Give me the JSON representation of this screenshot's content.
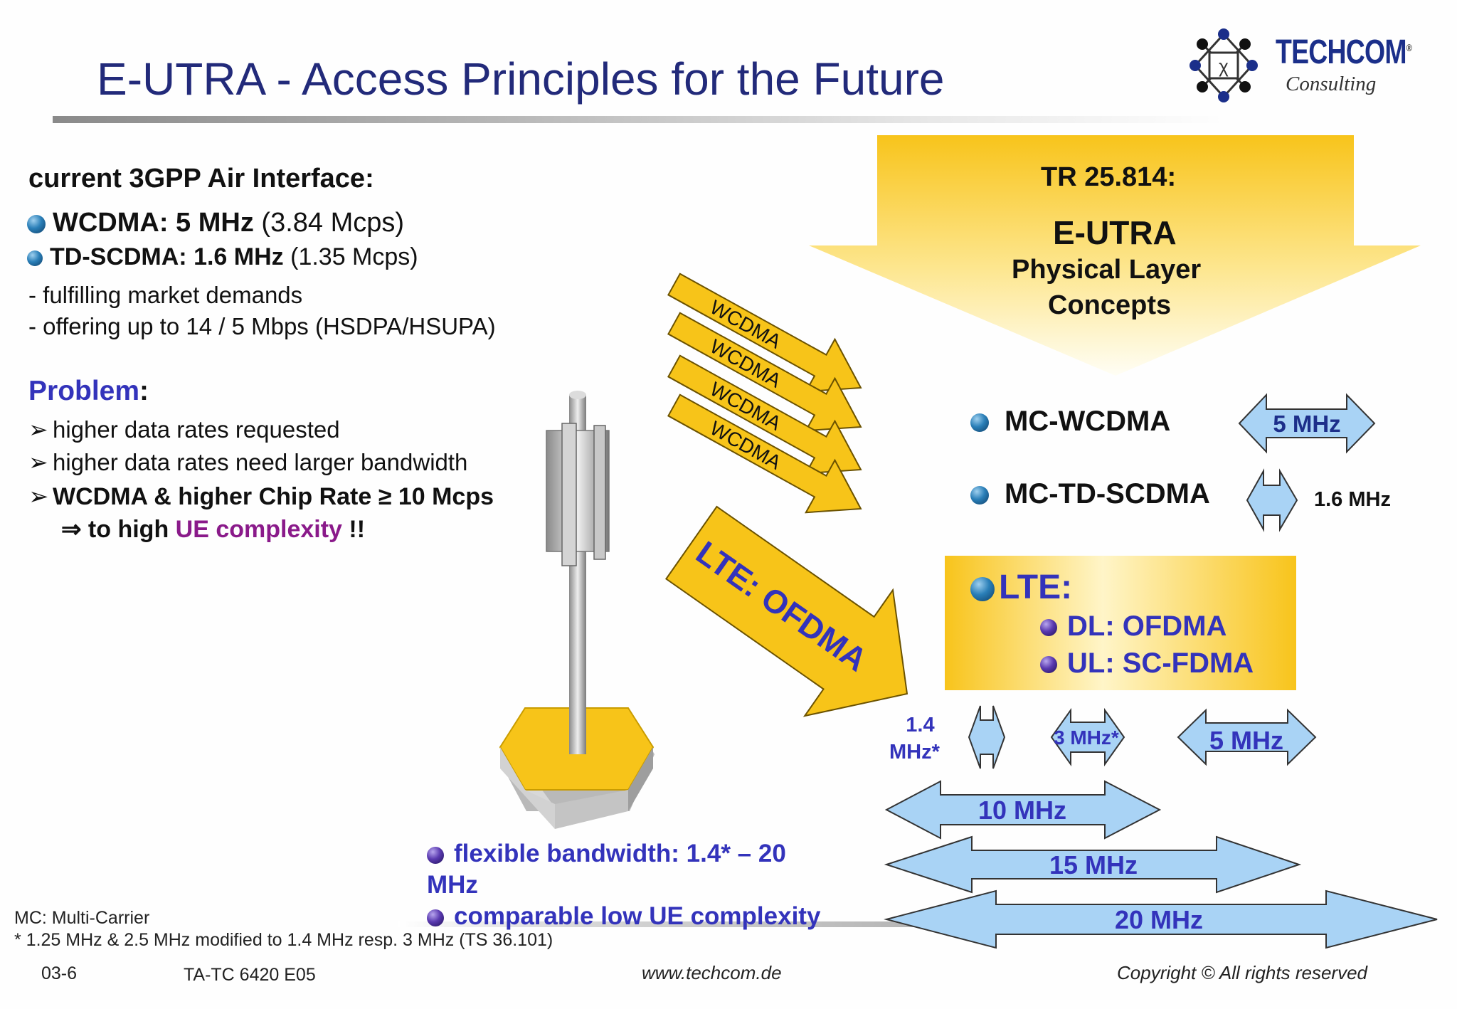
{
  "title": "E-UTRA - Access Principles for the Future",
  "logo": {
    "name": "TECHCOM",
    "sub": "Consulting",
    "reg": "®"
  },
  "left": {
    "heading": "current 3GPP Air Interface:",
    "items": [
      {
        "bold": "WCDMA: 5 MHz",
        "normal": " (3.84 Mcps)"
      },
      {
        "bold": "TD-SCDMA: 1.6 MHz",
        "normal": " (1.35 Mcps)"
      }
    ],
    "notes": [
      "- fulfilling market demands",
      "- offering up to 14 / 5 Mbps (HSDPA/HSUPA)"
    ],
    "problem_label": "Problem",
    "problem_colon": ":",
    "problems": [
      "higher data rates requested",
      "higher data rates need larger bandwidth"
    ],
    "problem3": "WCDMA & higher Chip Rate ≥ 10 Mcps",
    "conclusion_pre": "⇒ to high ",
    "conclusion_hl": "UE complexity",
    "conclusion_post": " !!"
  },
  "big_arrow": {
    "line1": "TR 25.814:",
    "line2": "E-UTRA",
    "line3": "Physical Layer",
    "line4": "Concepts"
  },
  "wcdma_arrows": [
    "WCDMA",
    "WCDMA",
    "WCDMA",
    "WCDMA"
  ],
  "lte_arrow": "LTE: OFDMA",
  "mc": {
    "wcdma_label": "MC-WCDMA",
    "wcdma_bw": "5 MHz",
    "td_label": "MC-TD-SCDMA",
    "td_bw": "1.6 MHz"
  },
  "lte_box": {
    "title": "LTE:",
    "dl": "DL: OFDMA",
    "ul": "UL: SC-FDMA"
  },
  "bandwidths": {
    "b14_line1": "1.4",
    "b14_line2": "MHz*",
    "b3": "3 MHz*",
    "b5": "5 MHz",
    "b10": "10 MHz",
    "b15": "15 MHz",
    "b20": "20 MHz"
  },
  "benefits": {
    "b1_line1": "flexible bandwidth: 1.4* – 20",
    "b1_line2": "MHz",
    "b2": "comparable low UE complexity"
  },
  "footnotes": {
    "mc": "MC: Multi-Carrier",
    "star": "* 1.25 MHz & 2.5 MHz modified to 1.4 MHz resp. 3 MHz (TS 36.101)"
  },
  "footer": {
    "page": "03-6",
    "code": "TA-TC 6420 E05",
    "url": "www.techcom.de",
    "copyright": "Copyright ©  All rights reserved"
  },
  "colors": {
    "title": "#222a7a",
    "accent_blue": "#3333bb",
    "arrow_yellow": "#f5c518",
    "bw_blue": "#a9d3f5"
  }
}
